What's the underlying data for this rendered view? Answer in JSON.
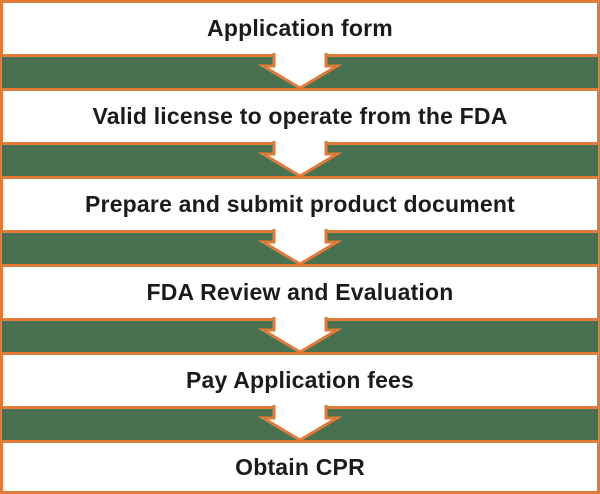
{
  "colors": {
    "accent_orange": "#E07B39",
    "background_green": "#4A7052",
    "box_fill": "#FFFFFF",
    "text_color": "#1B1B1B"
  },
  "flowchart": {
    "connector": "down-arrow",
    "steps": [
      {
        "label": "Application form"
      },
      {
        "label": "Valid license to operate from the FDA"
      },
      {
        "label": "Prepare and submit product document"
      },
      {
        "label": "FDA Review and Evaluation"
      },
      {
        "label": "Pay Application fees"
      },
      {
        "label": "Obtain CPR"
      }
    ]
  }
}
